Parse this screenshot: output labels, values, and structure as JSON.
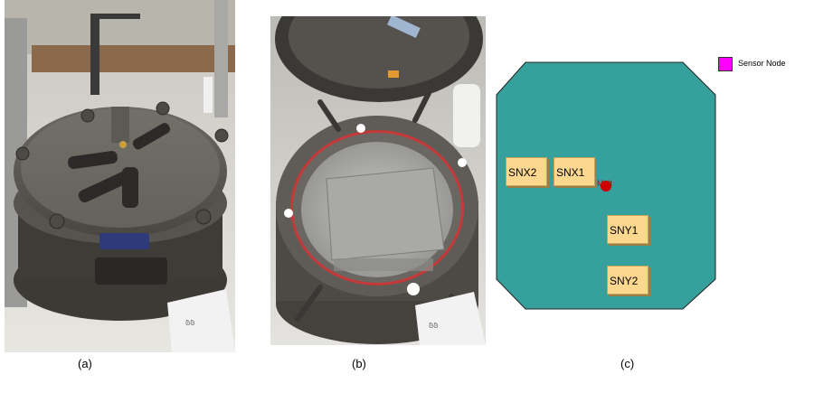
{
  "captions": {
    "a": "(a)",
    "b": "(b)",
    "c": "(c)"
  },
  "diagram": {
    "legend": "Sensor Node",
    "melt_label": "Melt",
    "sensors": [
      "SNX2",
      "SNX1",
      "SNY1",
      "SNY2"
    ],
    "colors": {
      "floor": "#36a19c",
      "sensor": "#fcd88f",
      "legend_swatch": "#ff00ff",
      "melt": "#cc0000"
    }
  },
  "photos": {
    "a_icon": "closed-chamber-photo",
    "b_icon": "open-chamber-photo"
  }
}
